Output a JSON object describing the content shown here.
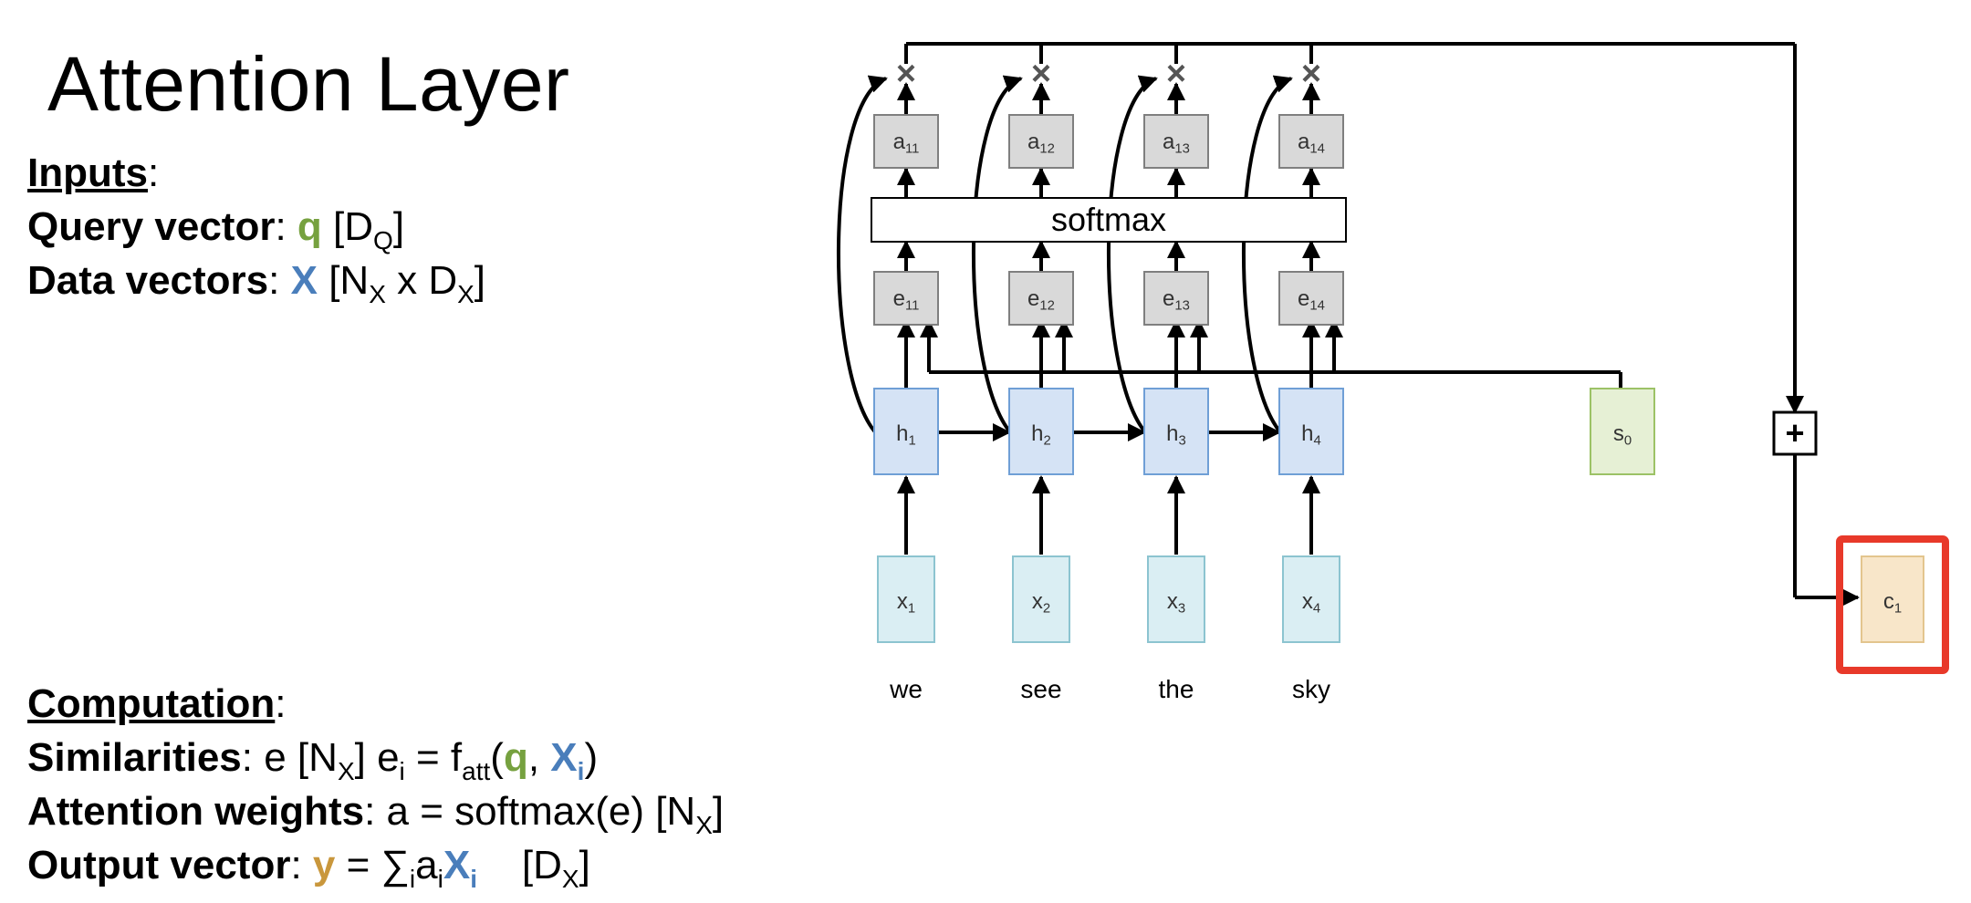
{
  "title": "Attention Layer",
  "inputs": {
    "header": "Inputs",
    "query_label": "Query vector",
    "query_symbol": "q",
    "query_dim_open": "[D",
    "query_dim_sub": "Q",
    "query_dim_close": "]",
    "data_label": "Data vectors",
    "data_symbol": "X",
    "data_dim_a": "[N",
    "data_dim_a_sub": "X",
    "data_dim_mid": " x D",
    "data_dim_b_sub": "X",
    "data_dim_close": "]"
  },
  "computation": {
    "header": "Computation",
    "sim_label": "Similarities",
    "sim_text_a": ": e [N",
    "sim_sub_a": "X",
    "sim_text_b": "]  e",
    "sim_sub_b": "i",
    "sim_text_c": " = f",
    "sim_sub_c": "att",
    "sim_text_d": "(",
    "sim_q": "q",
    "sim_comma": ", ",
    "sim_x": "X",
    "sim_x_sub": "i",
    "sim_close": ")",
    "attn_label": "Attention weights",
    "attn_text": ": a = softmax(e)  [N",
    "attn_sub": "X",
    "attn_close": "]",
    "out_label": "Output vector",
    "out_y": "y",
    "out_eq": " = ∑",
    "out_sub_i": "i",
    "out_a": "a",
    "out_sub_i2": "i",
    "out_x": "X",
    "out_x_sub": "i",
    "out_dim": "    [D",
    "out_dim_sub": "X",
    "out_dim_close": "]"
  },
  "diagram": {
    "softmax_label": "softmax",
    "words": [
      "we",
      "see",
      "the",
      "sky"
    ],
    "x_labels": [
      "x1",
      "x2",
      "x3",
      "x4"
    ],
    "h_labels": [
      "h1",
      "h2",
      "h3",
      "h4"
    ],
    "e_labels": [
      "e11",
      "e12",
      "e13",
      "e14"
    ],
    "a_labels": [
      "a11",
      "a12",
      "a13",
      "a14"
    ],
    "s_label": "s0",
    "c_label": "c1",
    "mult_symbol": "×",
    "plus_symbol": "+",
    "colors": {
      "x_fill": "#daeef3",
      "x_stroke": "#8cc4d0",
      "h_fill": "#d5e3f5",
      "h_stroke": "#6f9fd6",
      "s_fill": "#e6f0d5",
      "s_stroke": "#9cc266",
      "gray_fill": "#d9d9d9",
      "gray_stroke": "#7f7f7f",
      "c_fill": "#f8e6c9",
      "c_stroke": "#e3c58e",
      "highlight": "#e8392a"
    }
  }
}
